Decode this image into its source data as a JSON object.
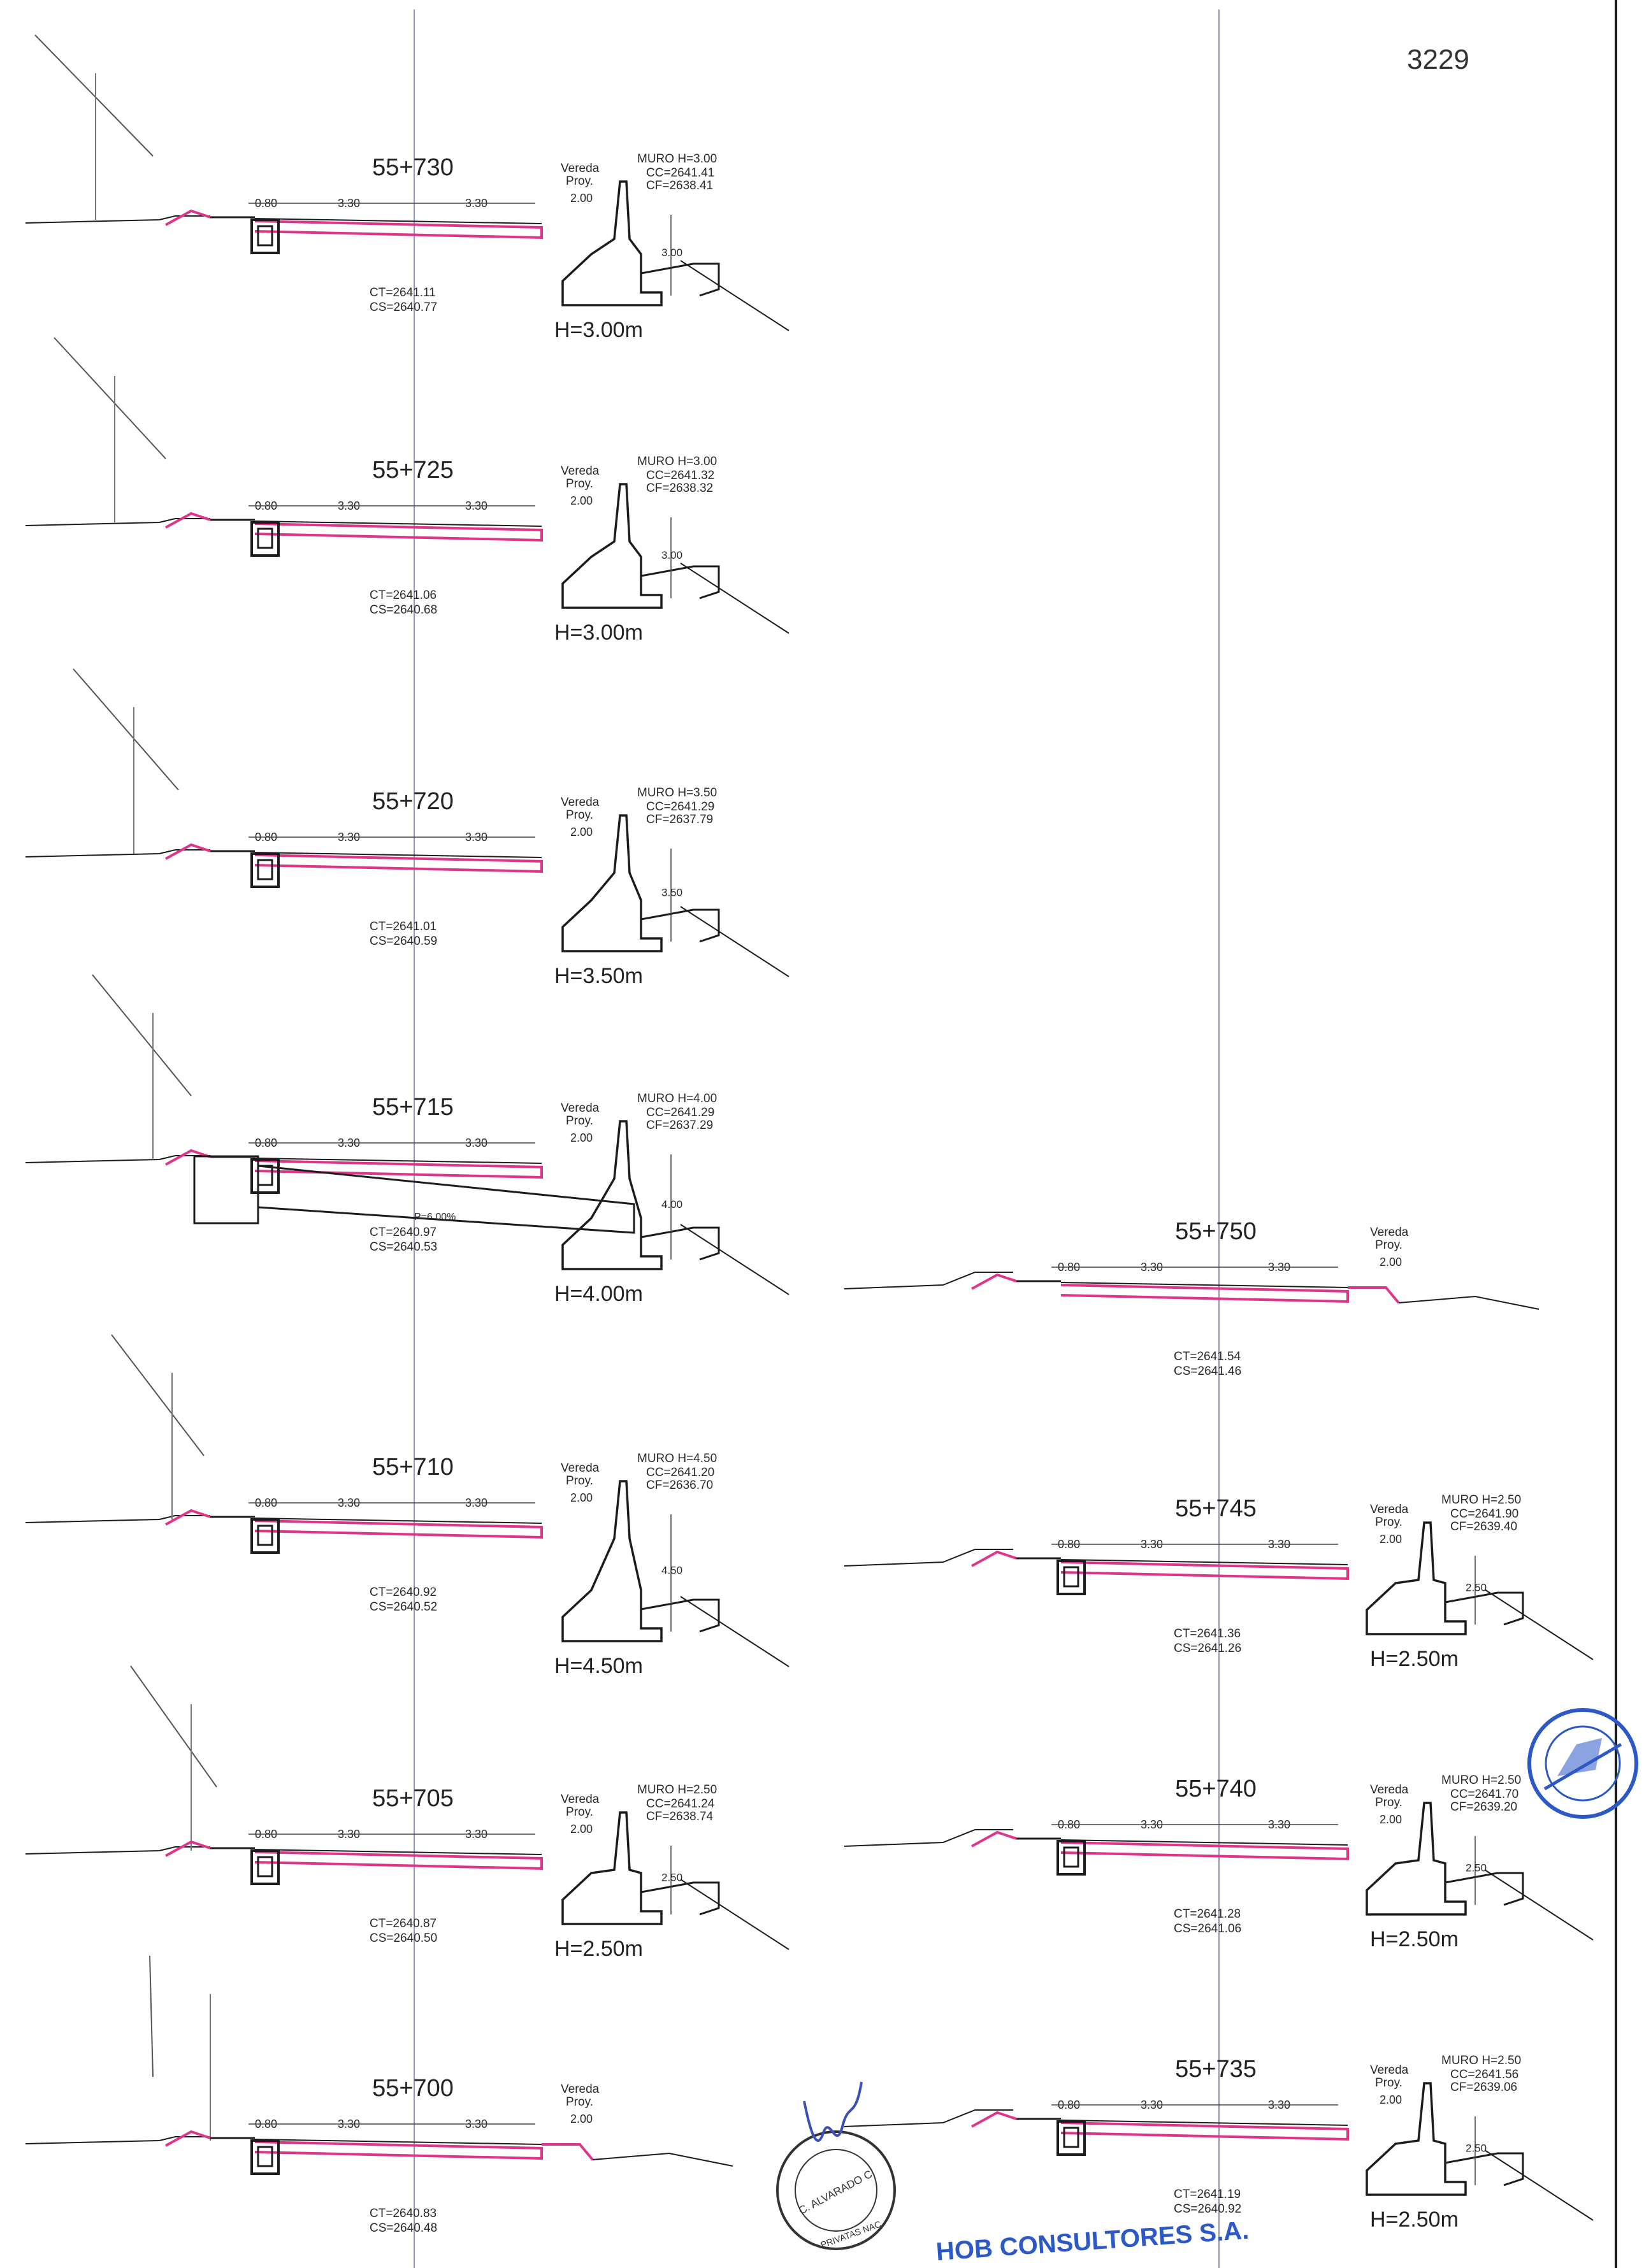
{
  "sheet": {
    "page_number": "3229",
    "company": "HOB CONSULTORES S.A.",
    "stamp_text": "C. ALVARADO C.",
    "stamp_text_2": "PRIVATAS NAC."
  },
  "labels": {
    "muro": "MURO",
    "vereda": "Vereda",
    "proy": "Proy.",
    "slope": "P=6.00%"
  },
  "sections": [
    {
      "station": "55+730",
      "h": "3.00",
      "cc": "2641.41",
      "cf": "2638.41",
      "ct": "2641.11",
      "cs": "2640.77",
      "height_label": "H=3.00m",
      "dim": "3.00"
    },
    {
      "station": "55+725",
      "h": "3.00",
      "cc": "2641.32",
      "cf": "2638.32",
      "ct": "2641.06",
      "cs": "2640.68",
      "height_label": "H=3.00m",
      "dim": "3.00"
    },
    {
      "station": "55+720",
      "h": "3.50",
      "cc": "2641.29",
      "cf": "2637.79",
      "ct": "2641.01",
      "cs": "2640.59",
      "height_label": "H=3.50m",
      "dim": "3.50"
    },
    {
      "station": "55+715",
      "h": "4.00",
      "cc": "2641.29",
      "cf": "2637.29",
      "ct": "2640.97",
      "cs": "2640.53",
      "height_label": "H=4.00m",
      "dim": "4.00"
    },
    {
      "station": "55+710",
      "h": "4.50",
      "cc": "2641.20",
      "cf": "2636.70",
      "ct": "2640.92",
      "cs": "2640.52",
      "height_label": "H=4.50m",
      "dim": "4.50"
    },
    {
      "station": "55+705",
      "h": "2.50",
      "cc": "2641.24",
      "cf": "2638.74",
      "ct": "2640.87",
      "cs": "2640.50",
      "height_label": "H=2.50m",
      "dim": "2.50"
    },
    {
      "station": "55+700",
      "h": "",
      "cc": "",
      "cf": "",
      "ct": "2640.83",
      "cs": "2640.48",
      "height_label": "",
      "dim": ""
    },
    {
      "station": "55+750",
      "h": "",
      "cc": "",
      "cf": "",
      "ct": "2641.54",
      "cs": "2641.46",
      "height_label": "",
      "dim": ""
    },
    {
      "station": "55+745",
      "h": "2.50",
      "cc": "2641.90",
      "cf": "2639.40",
      "ct": "2641.36",
      "cs": "2641.26",
      "height_label": "H=2.50m",
      "dim": "2.50"
    },
    {
      "station": "55+740",
      "h": "2.50",
      "cc": "2641.70",
      "cf": "2639.20",
      "ct": "2641.28",
      "cs": "2641.06",
      "height_label": "H=2.50m",
      "dim": "2.50"
    },
    {
      "station": "55+735",
      "h": "2.50",
      "cc": "2641.56",
      "cf": "2639.06",
      "ct": "2641.19",
      "cs": "2640.92",
      "height_label": "H=2.50m",
      "dim": "2.50"
    }
  ],
  "widths": {
    "shoulder": "0.80",
    "lane_left": "3.30",
    "lane_right": "3.30",
    "sidewalk": "2.00"
  },
  "colors": {
    "pavement": "#e0338a",
    "ink": "#1c1c1c",
    "guide": "#8f96b8",
    "stamp": "#2d58c8"
  }
}
